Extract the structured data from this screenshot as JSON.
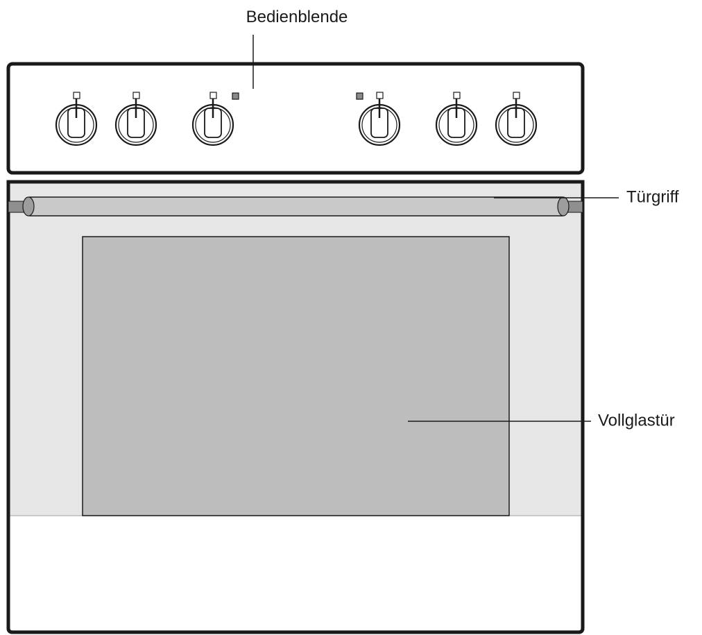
{
  "labels": {
    "control_panel": "Bedienblende",
    "door_handle": "Türgriff",
    "glass_door": "Vollglastür"
  },
  "knobs": [
    {
      "indicator_light": false
    },
    {
      "indicator_light": false
    },
    {
      "indicator_light": true
    },
    {
      "indicator_light": true
    },
    {
      "indicator_light": false
    },
    {
      "indicator_light": false
    }
  ],
  "colors": {
    "outline": "#1a1a1a",
    "panel_fill": "#ffffff",
    "door_frame": "#e6e6e6",
    "window_glass": "#bdbdbd",
    "handle": "#c9c9c9",
    "handle_end": "#8f8f8f"
  }
}
